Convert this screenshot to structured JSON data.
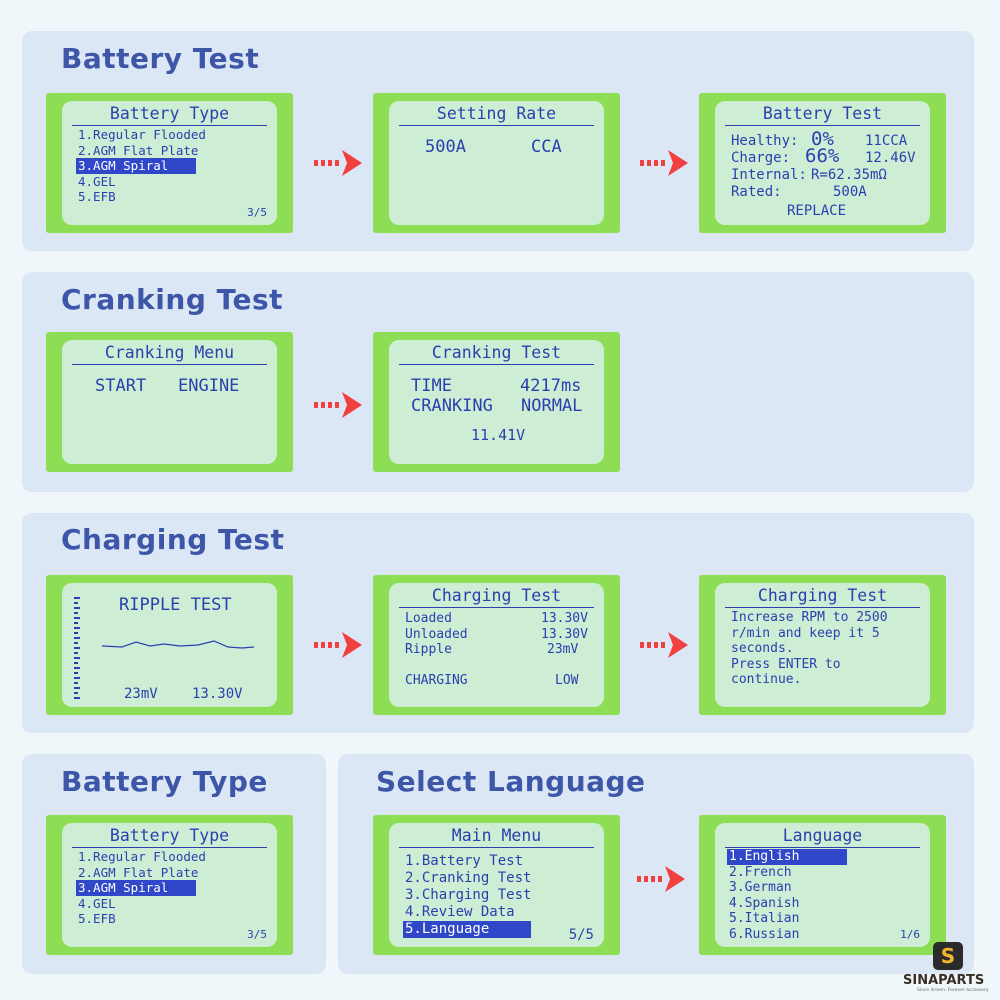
{
  "sections": {
    "battery_test": {
      "title": "Battery Test",
      "screen1": {
        "title": "Battery Type",
        "items": [
          "1.Regular Flooded",
          "2.AGM Flat Plate",
          "3.AGM Spiral",
          "4.GEL",
          "5.EFB"
        ],
        "page": "3/5"
      },
      "screen2": {
        "title": "Setting Rate",
        "value": "500A",
        "unit": "CCA"
      },
      "screen3": {
        "title": "Battery Test",
        "healthy_label": "Healthy:",
        "healthy_value": "0%",
        "healthy_cca": "11CCA",
        "charge_label": "Charge:",
        "charge_value": "66%",
        "charge_volt": "12.46V",
        "internal_label": "Internal:",
        "internal_value": "R=62.35mΩ",
        "rated_label": "Rated:",
        "rated_value": "500A",
        "result": "REPLACE"
      }
    },
    "cranking_test": {
      "title": "Cranking Test",
      "screen1": {
        "title": "Cranking Menu",
        "start": "START",
        "engine": "ENGINE"
      },
      "screen2": {
        "title": "Cranking Test",
        "time_label": "TIME",
        "time_value": "4217ms",
        "cranking_label": "CRANKING",
        "cranking_value": "NORMAL",
        "voltage": "11.41V"
      }
    },
    "charging_test": {
      "title": "Charging Test",
      "screen1": {
        "title": "RIPPLE TEST",
        "ripple": "23mV",
        "voltage": "13.30V"
      },
      "screen2": {
        "title": "Charging Test",
        "loaded_label": "Loaded",
        "loaded_value": "13.30V",
        "unloaded_label": "Unloaded",
        "unloaded_value": "13.30V",
        "ripple_label": "Ripple",
        "ripple_value": "23mV",
        "charging_label": "CHARGING",
        "charging_value": "LOW"
      },
      "screen3": {
        "title": "Charging Test",
        "lines": [
          "Increase RPM to 2500",
          "r/min and keep it 5",
          "seconds.",
          "Press ENTER to",
          "continue."
        ]
      }
    },
    "battery_type": {
      "title": "Battery Type",
      "screen1": {
        "title": "Battery Type",
        "items": [
          "1.Regular Flooded",
          "2.AGM Flat Plate",
          "3.AGM Spiral",
          "4.GEL",
          "5.EFB"
        ],
        "page": "3/5"
      }
    },
    "select_language": {
      "title": "Select Language",
      "screen1": {
        "title": "Main Menu",
        "items": [
          "1.Battery Test",
          "2.Cranking Test",
          "3.Charging Test",
          "4.Review Data",
          "5.Language"
        ],
        "page": "5/5"
      },
      "screen2": {
        "title": "Language",
        "items": [
          "1.English",
          "2.French",
          "3.German",
          "4.Spanish",
          "5.Italian",
          "6.Russian"
        ],
        "page": "1/6"
      }
    }
  },
  "logo": {
    "icon": "S",
    "name": "SINAPARTS",
    "tagline": "Since driven. Forever accessory"
  },
  "colors": {
    "panel": "#dce7f6",
    "title": "#3d56a8",
    "screen_frame": "#8ede55",
    "lcd": "#cdeed4",
    "lcd_text": "#2a3fb0",
    "arrow": "#f0403f"
  }
}
